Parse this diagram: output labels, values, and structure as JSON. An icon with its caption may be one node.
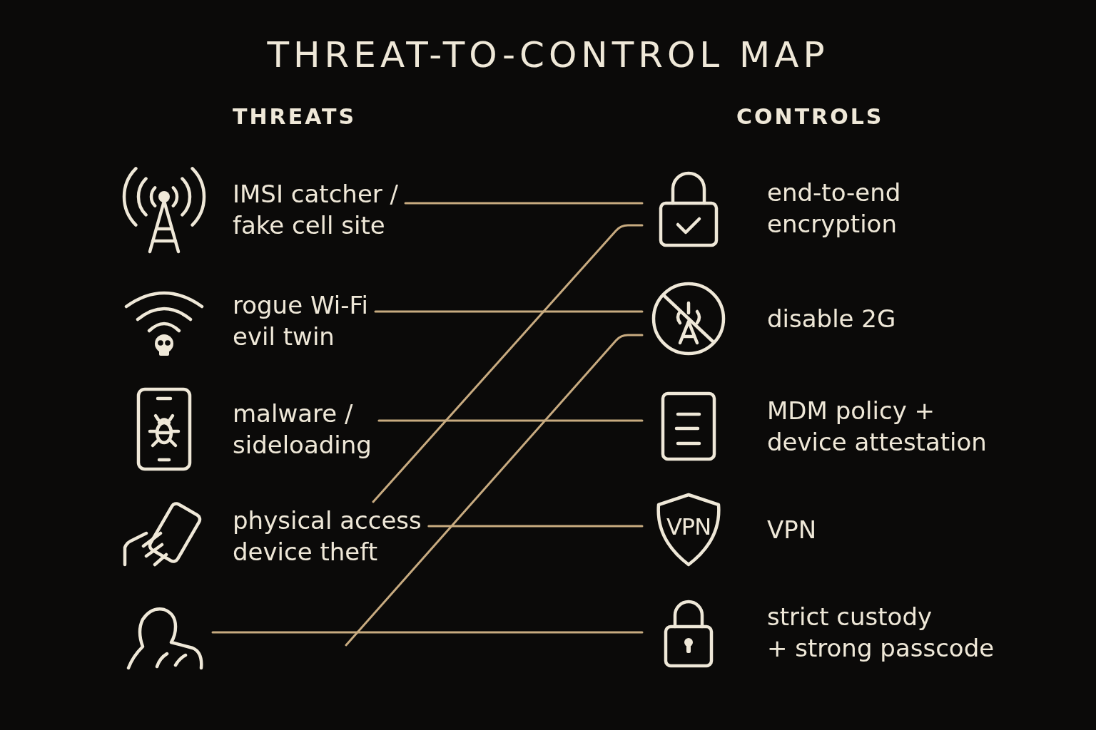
{
  "diagram": {
    "title": "THREAT-TO-CONTROL MAP",
    "nodes": [
      {
        "text": [
          "IMSI catcher / fake cell site"
        ]
      },
      {
        "text": [
          "rogue Wi-Fi evil twin"
        ]
      },
      {
        "text": [
          "malware / sideloading"
        ]
      },
      {
        "text": [
          "physical access device theft"
        ]
      },
      {
        "text": [],
        "shape": "person"
      },
      {
        "text": [
          "end-to-end encryption"
        ]
      },
      {
        "text": [
          "disable 2G"
        ]
      },
      {
        "text": [
          "MDM policy + device attestation"
        ]
      },
      {
        "text": [
          "VPN"
        ]
      },
      {
        "text": [
          "strict custody + strong passcode"
        ]
      }
    ],
    "edges": [
      {
        "from": 0,
        "to": 5,
        "arrow": "none"
      },
      {
        "from": 3,
        "to": 5,
        "arrow": "none"
      },
      {
        "from": 1,
        "to": 6,
        "arrow": "none"
      },
      {
        "from": null,
        "to": 6,
        "arrow": "none"
      },
      {
        "from": 2,
        "to": 7,
        "arrow": "none"
      },
      {
        "from": 3,
        "to": 8,
        "arrow": "none"
      },
      {
        "from": 4,
        "to": 9,
        "arrow": "none"
      }
    ],
    "labels": [
      "THREATS",
      "CONTROLS",
      "VPN"
    ]
  }
}
